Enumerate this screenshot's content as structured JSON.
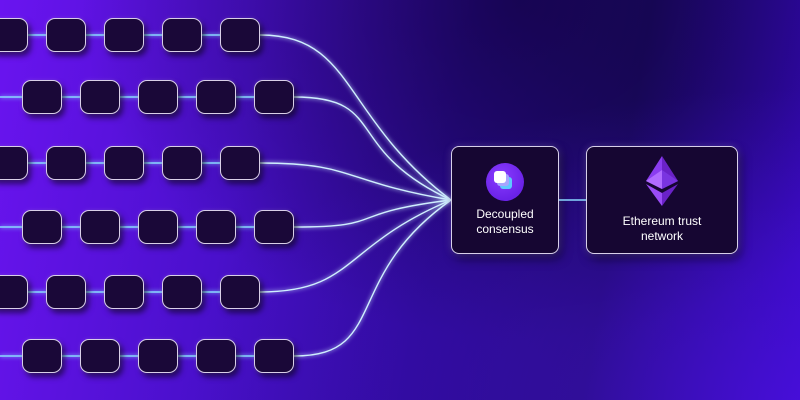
{
  "nodes": {
    "consensus": {
      "label": "Decoupled consensus",
      "icon": "layers-icon"
    },
    "ethereum": {
      "label": "Ethereum trust network",
      "icon": "ethereum-icon"
    }
  },
  "chains": [
    {
      "blocks": 5
    },
    {
      "blocks": 5
    },
    {
      "blocks": 5
    },
    {
      "blocks": 5
    },
    {
      "blocks": 5
    },
    {
      "blocks": 5
    }
  ],
  "colors": {
    "background_left": "#6a14f0",
    "background_mid": "#1e0a6e",
    "block_fill": "#1a0838",
    "block_border": "#d9cfe8",
    "connector_line": "#8ad8ff",
    "accent_purple": "#7a2cff"
  }
}
